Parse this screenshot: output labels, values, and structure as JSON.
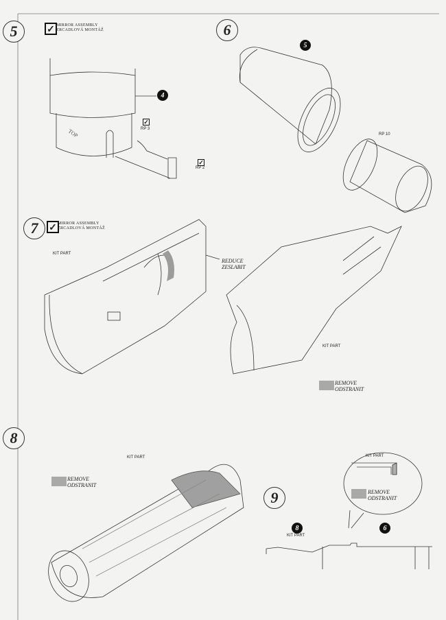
{
  "steps": {
    "s5": {
      "number": "5",
      "note_line1": "MIRROR ASSEMBLY",
      "note_line2": "ZRCADLOVÁ MONTÁŽ",
      "part": "4",
      "rp_a": "RP 3",
      "rp_b": "RP 2",
      "marking": "TOP"
    },
    "s6": {
      "number": "6",
      "part": "5",
      "rp": "RP 10"
    },
    "s7": {
      "number": "7",
      "note_line1": "MIRROR ASSEMBLY",
      "note_line2": "ZRCADLOVÁ MONTÁŽ",
      "kit_part_left": "KIT PART",
      "reduce": "REDUCE",
      "reduce_cz": "ZESLABIT",
      "kit_part_right": "KIT PART",
      "remove": "REMOVE",
      "remove_cz": "ODSTRANIT"
    },
    "s8": {
      "number": "8",
      "remove": "REMOVE",
      "remove_cz": "ODSTRANIT",
      "kit_part": "KIT PART"
    },
    "s9": {
      "number": "9",
      "bubble_kit_part": "KIT PART",
      "remove": "REMOVE",
      "remove_cz": "ODSTRANIT",
      "part_a": "8",
      "part_a_label": "KIT PART",
      "part_b": "6"
    }
  },
  "colors": {
    "paper": "#f3f3f1",
    "ink": "#222222",
    "remove_fill": "#a9a9a9"
  }
}
